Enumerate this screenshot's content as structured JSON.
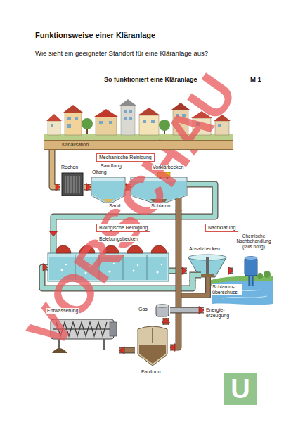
{
  "diagram": {
    "title": "Funktionsweise einer Kläranlage",
    "nodes": [
      {
        "text": [
          "Kanalisation"
        ]
      },
      {
        "text": [
          "Mechanische Reinigung"
        ]
      },
      {
        "text": [
          "Rechen"
        ]
      },
      {
        "text": [
          "Sandfang",
          "Ölfang",
          "Sand"
        ]
      },
      {
        "text": [
          "Vorklärbecken",
          "Schlamm"
        ]
      },
      {
        "text": [
          "Biologische Reinigung"
        ]
      },
      {
        "text": [
          "Nachklärung"
        ]
      },
      {
        "text": [
          "Belebungsbecken"
        ]
      },
      {
        "text": [
          "Chemische Nachbehandlung (falls nötig)"
        ]
      },
      {
        "text": [
          "Absatzbecken"
        ]
      },
      {
        "text": [
          "Entwässerung"
        ]
      },
      {
        "text": [
          "Gas"
        ]
      },
      {
        "text": [
          "Energie- erzeugung"
        ]
      },
      {
        "text": [
          "Faulturm"
        ]
      },
      {
        "text": [
          "U"
        ]
      }
    ],
    "edges": [
      {
        "from": 0,
        "to": 2,
        "arrow": "to"
      },
      {
        "from": 2,
        "to": 3,
        "arrow": "to"
      },
      {
        "from": 3,
        "to": 4,
        "arrow": "to"
      },
      {
        "from": 4,
        "to": 7,
        "arrow": "to"
      },
      {
        "from": 7,
        "to": 9,
        "arrow": "to"
      },
      {
        "from": 9,
        "to": 8,
        "arrow": "to"
      },
      {
        "from": 9,
        "to": 7,
        "arrow": "to"
      },
      {
        "from": 4,
        "to": 13,
        "arrow": "to"
      },
      {
        "from": 13,
        "to": 11,
        "arrow": "to"
      },
      {
        "from": 11,
        "to": 12,
        "arrow": "to"
      },
      {
        "from": 13,
        "to": 10,
        "arrow": "to"
      }
    ],
    "labels": [
      "Wie sieht ein geeigneter Standort für eine Kläranlage aus?",
      "So funktioniert eine Kläranlage",
      "M 1",
      "Schlamm- überschuss",
      "VORSCHAU"
    ]
  }
}
